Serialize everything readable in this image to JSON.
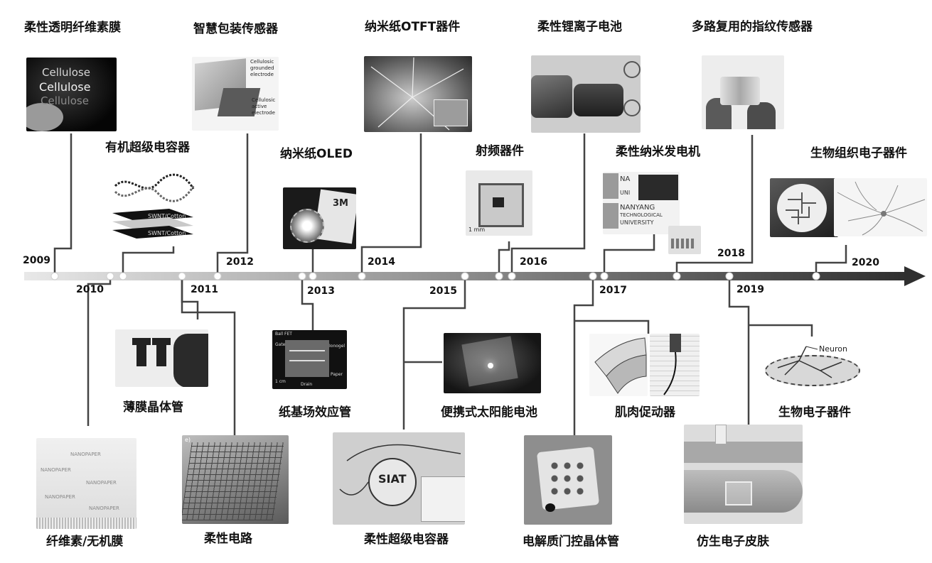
{
  "timeline": {
    "years": [
      "2009",
      "2010",
      "2011",
      "2012",
      "2013",
      "2014",
      "2015",
      "2016",
      "2017",
      "2018",
      "2019",
      "2020"
    ],
    "top_row": [
      "柔性透明纤维素膜",
      "智慧包装传感器",
      "纳米纸OTFT器件",
      "柔性锂离子电池",
      "多路复用的指纹传感器"
    ],
    "upper_middle": [
      "有机超级电容器",
      "纳米纸OLED",
      "射频器件",
      "柔性纳米发电机",
      "生物组织电子器件"
    ],
    "lower_middle": [
      "薄膜晶体管",
      "纸基场效应管",
      "便携式太阳能电池",
      "肌肉促动器",
      "生物电子器件"
    ],
    "bottom_row": [
      "纤维素/无机膜",
      "柔性电路",
      "柔性超级电容器",
      "电解质门控晶体管",
      "仿生电子皮肤"
    ]
  },
  "photo_text": {
    "cellulose": [
      "Cellulose",
      "Cellulose",
      "Cellulose"
    ],
    "sensor": [
      "Cellulosic",
      "grounded",
      "electrode",
      "Cellulosic",
      "active",
      "electrode"
    ],
    "swnt": [
      "SWNT/Cotton",
      "SWNT/Cotton"
    ],
    "oled_brand": "3M",
    "rf_scale": "1 mm",
    "nanyang": [
      "NA",
      "UNI",
      "NANYANG",
      "TECHNOLOGICAL",
      "UNIVERSITY"
    ],
    "fet": [
      "Ball FET",
      "Gate",
      "Ionogel",
      "Paper",
      "1 cm",
      "Drain"
    ],
    "neuron": "Neuron",
    "nanopaper": [
      "NANOPAPER",
      "NANOPAPER",
      "NANOPAPER",
      "NANOPAPER",
      "NANOPAPER"
    ],
    "circuit_tag": "e)",
    "solar": "SIAT"
  },
  "colors": {
    "axis_start": "#e6e6e6",
    "axis_end": "#2f2f2f",
    "connector": "#444444"
  }
}
